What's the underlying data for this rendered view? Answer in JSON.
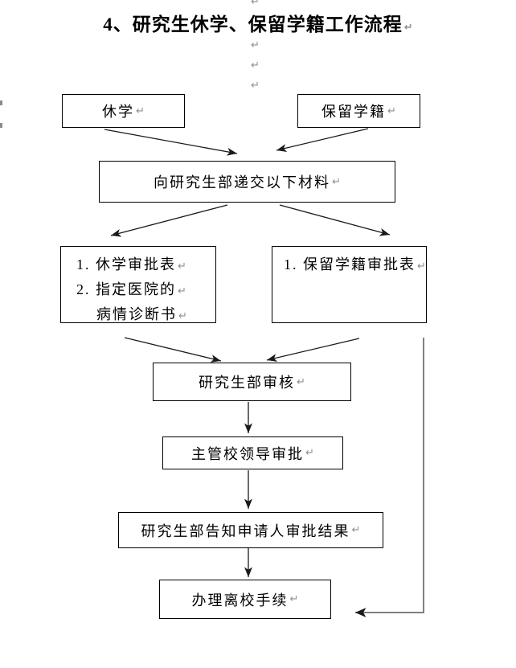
{
  "title": {
    "text": "4、研究生休学、保留学籍工作流程"
  },
  "pilcrow": "↵",
  "nodes": {
    "xiuxue": {
      "label": "休学"
    },
    "baoliu": {
      "label": "保留学籍"
    },
    "submit": {
      "label": "向研究生部递交以下材料"
    },
    "materials_left": {
      "lines": [
        "1. 休学审批表",
        "2. 指定医院的",
        "病情诊断书"
      ]
    },
    "materials_right": {
      "lines": [
        "1. 保留学籍审批表"
      ]
    },
    "review": {
      "label": "研究生部审核"
    },
    "leader": {
      "label": "主管校领导审批"
    },
    "notify": {
      "label": "研究生部告知申请人审批结果"
    },
    "leave": {
      "label": "办理离校手续"
    }
  },
  "colors": {
    "box_border": "#000000",
    "text": "#000000",
    "arrow": "#1a1a1a",
    "feedback_line": "#808080",
    "feedback_arrowhead": "#1a1a1a",
    "pilcrow_gray": "#8f8f8f"
  }
}
